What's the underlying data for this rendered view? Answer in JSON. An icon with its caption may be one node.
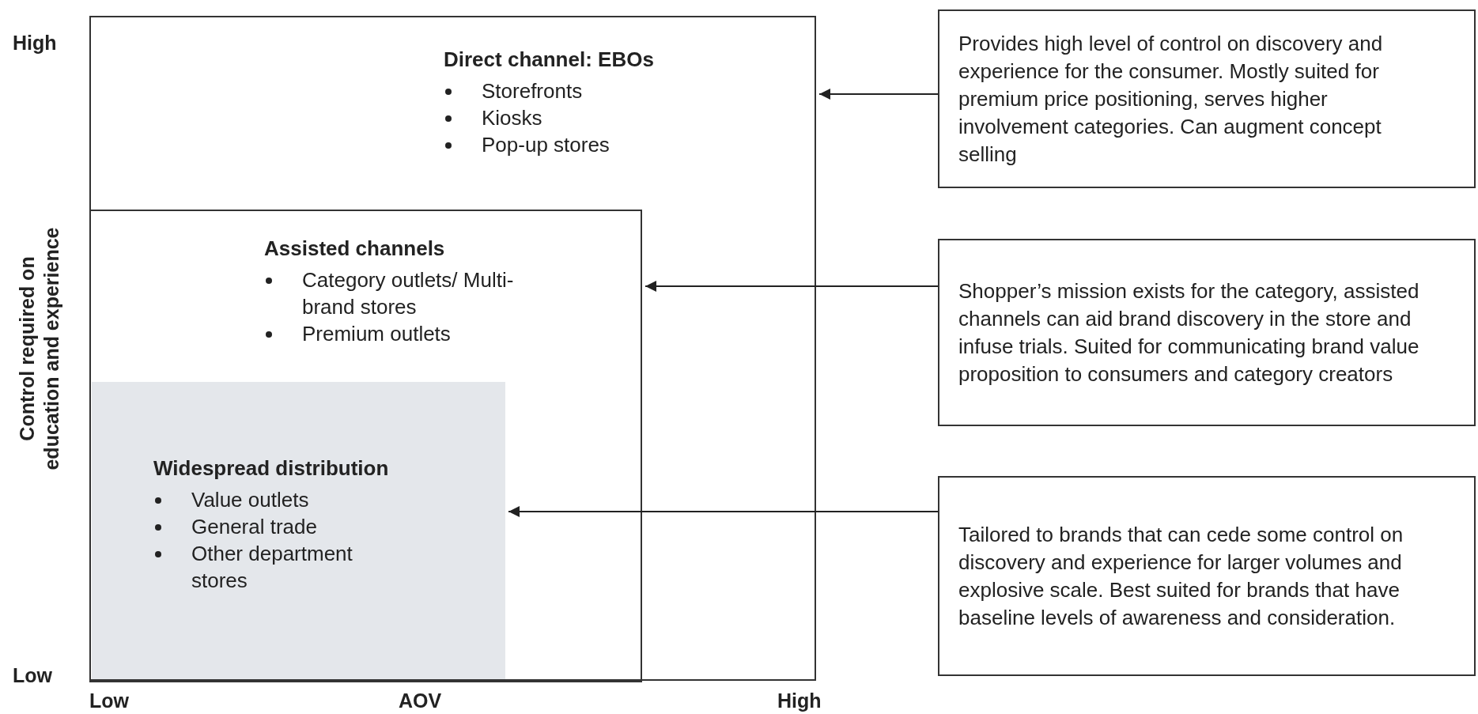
{
  "diagram": {
    "nodes": [
      {
        "text": [
          "Direct channel: EBOs",
          "Storefronts",
          "Kiosks",
          "Pop-up stores"
        ]
      },
      {
        "text": [
          "Assisted channels",
          "Category outlets/ Multi-brand stores",
          "Premium outlets"
        ],
        "in": 0
      },
      {
        "text": [
          "Widespread distribution",
          "Value outlets",
          "General trade",
          "Other department stores"
        ],
        "in": 1
      },
      {
        "text": [
          "Provides high level of control on discovery and experience for the consumer. Mostly suited for premium price positioning, serves higher involvement categories. Can augment concept selling"
        ]
      },
      {
        "text": [
          "Shopper’s mission exists for the category, assisted channels can aid brand discovery in the store and infuse trials. Suited for communicating brand value proposition to consumers and category creators"
        ]
      },
      {
        "text": [
          "Tailored to brands that can cede some control on discovery and experience for larger volumes and explosive scale. Best suited for brands that have baseline levels of awareness and consideration."
        ]
      }
    ],
    "edges": [
      {
        "from": 3,
        "to": 0,
        "arrow": "to"
      },
      {
        "from": 4,
        "to": 1,
        "arrow": "to"
      },
      {
        "from": 5,
        "to": 2,
        "arrow": "to"
      }
    ],
    "labels": [
      "High",
      "Control required on education and experience",
      "Low",
      "Low",
      "AOV",
      "High"
    ]
  }
}
